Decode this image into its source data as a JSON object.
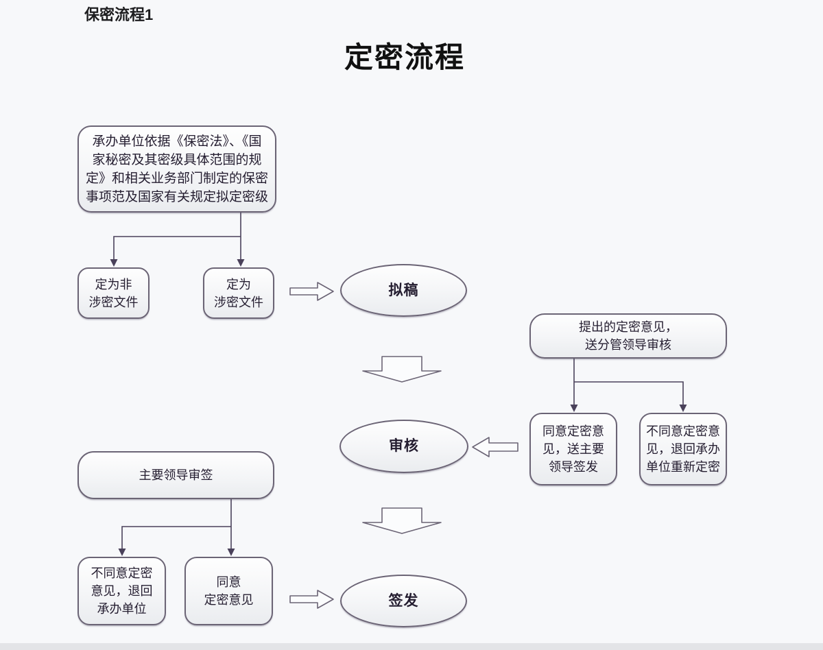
{
  "page": {
    "corner_label": "保密流程1",
    "title": "定密流程",
    "background_color": "#f7f8fa",
    "shape_border_color": "#6b6475",
    "shape_fill_color": "#f4f5f7",
    "connector_color": "#4a415a",
    "text_color": "#241d30"
  },
  "flowchart": {
    "nodes": {
      "basis": "承办单位依据《保密法》、《国\n家秘密及其密级具体范围的规\n定》和相关业务部门制定的保密\n事项范及国家有关规定拟定密级",
      "non_secret": "定为非\n涉密文件",
      "secret": "定为\n涉密文件",
      "draft": "拟稿",
      "opinion": "提出的定密意见，\n送分管领导审核",
      "agree_send": "同意定密意\n见，送主要\n领导签发",
      "disagree_redo": "不同意定密意\n见，退回承办\n单位重新定密",
      "review": "审核",
      "leader_sign": "主要领导审签",
      "disagree_return": "不同意定密\n意见，退回\n承办单位",
      "agree_opinion": "同意\n定密意见",
      "issue": "签发"
    }
  }
}
